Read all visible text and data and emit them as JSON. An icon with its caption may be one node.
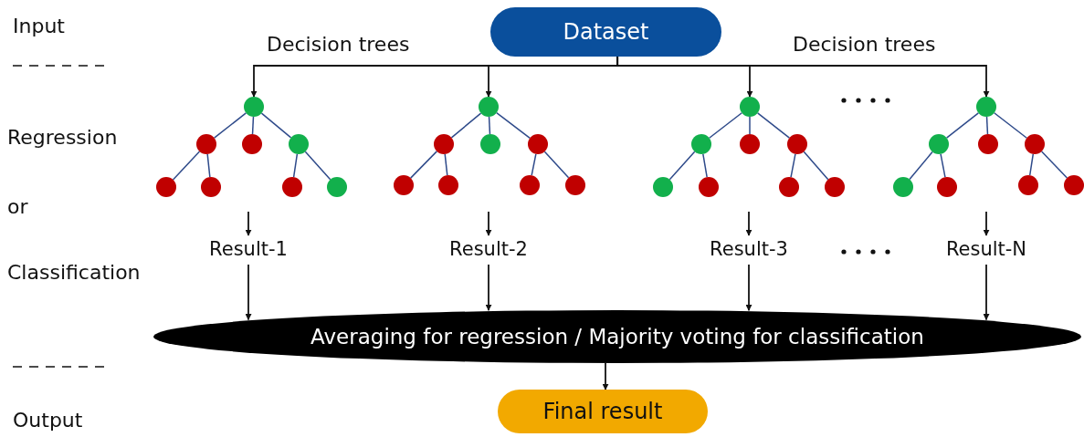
{
  "diagram": {
    "nodes": [
      {
        "text": [
          "Dataset"
        ]
      },
      {
        "text": [],
        "shape": "circle"
      },
      {
        "text": [],
        "shape": "circle"
      },
      {
        "text": [],
        "shape": "circle"
      },
      {
        "text": [],
        "shape": "circle"
      },
      {
        "text": [],
        "shape": "circle"
      },
      {
        "text": [],
        "shape": "circle"
      },
      {
        "text": [],
        "shape": "circle"
      },
      {
        "text": [],
        "shape": "circle"
      },
      {
        "text": [],
        "shape": "circle"
      },
      {
        "text": [],
        "shape": "circle"
      },
      {
        "text": [],
        "shape": "circle"
      },
      {
        "text": [],
        "shape": "circle"
      },
      {
        "text": [],
        "shape": "circle"
      },
      {
        "text": [],
        "shape": "circle"
      },
      {
        "text": [],
        "shape": "circle"
      },
      {
        "text": [],
        "shape": "circle"
      },
      {
        "text": [],
        "shape": "circle"
      },
      {
        "text": [],
        "shape": "circle"
      },
      {
        "text": [],
        "shape": "circle"
      },
      {
        "text": [],
        "shape": "circle"
      },
      {
        "text": [],
        "shape": "circle"
      },
      {
        "text": [],
        "shape": "circle"
      },
      {
        "text": [],
        "shape": "circle"
      },
      {
        "text": [],
        "shape": "circle"
      },
      {
        "text": [],
        "shape": "circle"
      },
      {
        "text": [],
        "shape": "circle"
      },
      {
        "text": [],
        "shape": "circle"
      },
      {
        "text": [],
        "shape": "circle"
      },
      {
        "text": [],
        "shape": "circle"
      },
      {
        "text": [],
        "shape": "circle"
      },
      {
        "text": [],
        "shape": "circle"
      },
      {
        "text": [],
        "shape": "circle"
      },
      {
        "text": [
          "Result-1"
        ]
      },
      {
        "text": [
          "Result-2"
        ]
      },
      {
        "text": [
          "Result-3"
        ]
      },
      {
        "text": [
          "Result-N"
        ]
      },
      {
        "text": [
          "Averaging for regression / Majority voting for classification"
        ]
      },
      {
        "text": [
          "Final result"
        ]
      }
    ],
    "edges": [
      {
        "from": 0,
        "to": 1,
        "arrow": "to",
        "color": "#111111"
      },
      {
        "from": 0,
        "to": 9,
        "arrow": "to",
        "color": "#111111"
      },
      {
        "from": 0,
        "to": 17,
        "arrow": "to",
        "color": "#111111"
      },
      {
        "from": 0,
        "to": 25,
        "arrow": "to",
        "color": "#111111"
      },
      {
        "from": 1,
        "to": 2,
        "arrow": "none"
      },
      {
        "from": 1,
        "to": 3,
        "arrow": "none"
      },
      {
        "from": 1,
        "to": 4,
        "arrow": "none"
      },
      {
        "from": 2,
        "to": 5,
        "arrow": "none"
      },
      {
        "from": 2,
        "to": 6,
        "arrow": "none"
      },
      {
        "from": 4,
        "to": 7,
        "arrow": "none"
      },
      {
        "from": 4,
        "to": 8,
        "arrow": "none"
      },
      {
        "from": 9,
        "to": 10,
        "arrow": "none"
      },
      {
        "from": 9,
        "to": 11,
        "arrow": "none"
      },
      {
        "from": 9,
        "to": 12,
        "arrow": "none"
      },
      {
        "from": 10,
        "to": 13,
        "arrow": "none"
      },
      {
        "from": 10,
        "to": 14,
        "arrow": "none"
      },
      {
        "from": 12,
        "to": 15,
        "arrow": "none"
      },
      {
        "from": 12,
        "to": 16,
        "arrow": "none"
      },
      {
        "from": 17,
        "to": 18,
        "arrow": "none"
      },
      {
        "from": 17,
        "to": 19,
        "arrow": "none"
      },
      {
        "from": 17,
        "to": 20,
        "arrow": "none"
      },
      {
        "from": 18,
        "to": 21,
        "arrow": "none"
      },
      {
        "from": 18,
        "to": 22,
        "arrow": "none"
      },
      {
        "from": 20,
        "to": 23,
        "arrow": "none"
      },
      {
        "from": 20,
        "to": 24,
        "arrow": "none"
      },
      {
        "from": 25,
        "to": 26,
        "arrow": "none"
      },
      {
        "from": 25,
        "to": 27,
        "arrow": "none"
      },
      {
        "from": 25,
        "to": 28,
        "arrow": "none"
      },
      {
        "from": 26,
        "to": 29,
        "arrow": "none"
      },
      {
        "from": 26,
        "to": 30,
        "arrow": "none"
      },
      {
        "from": 28,
        "to": 31,
        "arrow": "none"
      },
      {
        "from": 28,
        "to": 32,
        "arrow": "none"
      },
      {
        "from": null,
        "to": 33,
        "arrow": "to",
        "color": "#111111"
      },
      {
        "from": null,
        "to": 34,
        "arrow": "to",
        "color": "#111111"
      },
      {
        "from": null,
        "to": 35,
        "arrow": "to",
        "color": "#111111"
      },
      {
        "from": null,
        "to": 36,
        "arrow": "to",
        "color": "#111111"
      },
      {
        "from": 33,
        "to": 37,
        "arrow": "to",
        "color": "#111111"
      },
      {
        "from": 34,
        "to": 37,
        "arrow": "to",
        "color": "#111111"
      },
      {
        "from": 35,
        "to": 37,
        "arrow": "to",
        "color": "#111111"
      },
      {
        "from": 36,
        "to": 37,
        "arrow": "to",
        "color": "#111111"
      },
      {
        "from": 37,
        "to": 38,
        "arrow": "to",
        "color": "#111111"
      }
    ],
    "labels": [
      "Input",
      "Decision trees",
      "Decision trees",
      "Regression",
      "or",
      "Classification",
      "Output"
    ]
  }
}
